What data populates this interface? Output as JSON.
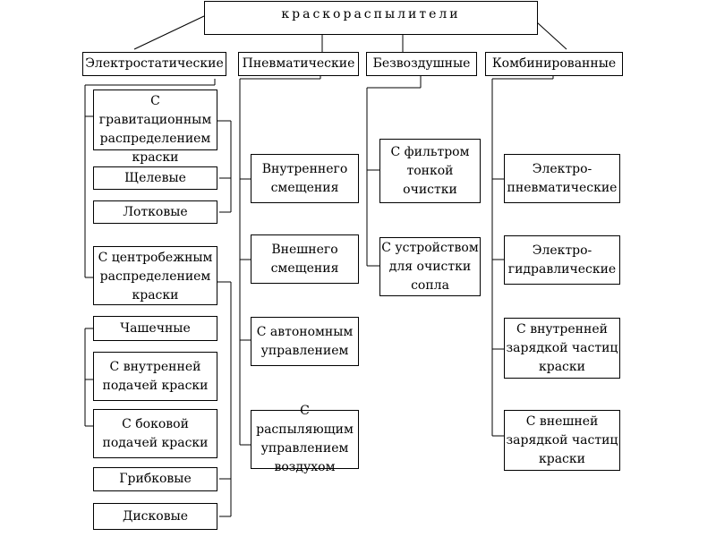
{
  "root": {
    "label": "краскораспылители"
  },
  "categories": [
    {
      "label": "Электростатические",
      "groups": [
        {
          "label": "С гравитационным распределением краски",
          "items": [
            "Щелевые",
            "Лотковые"
          ]
        },
        {
          "label": "С центробежным распределением краски",
          "items": [
            "Чашечные",
            "С внутренней подачей краски",
            "С боковой подачей краски",
            "Грибковые",
            "Дисковые"
          ]
        }
      ]
    },
    {
      "label": "Пневматические",
      "items": [
        "Внутреннего смещения",
        "Внешнего смещения",
        "С автономным управлением",
        "С распыляющим управлением воздухом"
      ]
    },
    {
      "label": "Безвоздушные",
      "items": [
        "С фильтром тонкой очистки",
        "С устройством для очистки сопла"
      ]
    },
    {
      "label": "Комбинированные",
      "items": [
        "Электро-пневматические",
        "Электро-гидравлические",
        "С внутренней зарядкой частиц краски",
        "С внешней зарядкой частиц краски"
      ]
    }
  ]
}
